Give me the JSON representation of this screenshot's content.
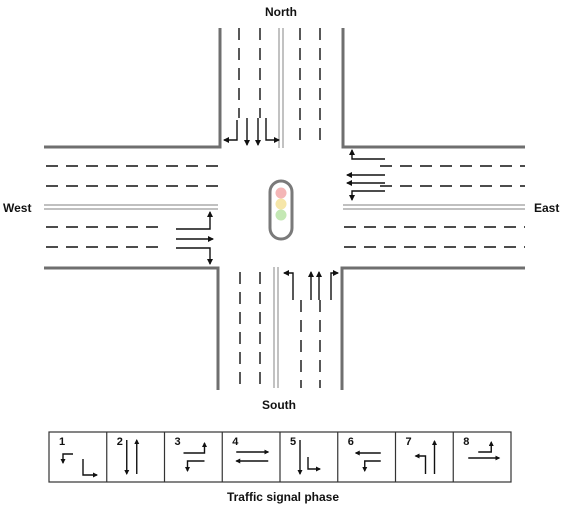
{
  "labels": {
    "north": "North",
    "south": "South",
    "west": "West",
    "east": "East"
  },
  "caption": "Traffic signal phase",
  "phases": [
    {
      "number": "1",
      "movements": [
        "westbound-left",
        "eastbound-right"
      ]
    },
    {
      "number": "2",
      "movements": [
        "southbound-through",
        "northbound-through"
      ]
    },
    {
      "number": "3",
      "movements": [
        "eastbound-left",
        "westbound-right"
      ]
    },
    {
      "number": "4",
      "movements": [
        "eastbound-through",
        "westbound-through"
      ]
    },
    {
      "number": "5",
      "movements": [
        "southbound-through",
        "southbound-right"
      ]
    },
    {
      "number": "6",
      "movements": [
        "westbound-through",
        "westbound-left"
      ]
    },
    {
      "number": "7",
      "movements": [
        "northbound-left",
        "northbound-through"
      ]
    },
    {
      "number": "8",
      "movements": [
        "eastbound-through",
        "eastbound-left"
      ]
    }
  ],
  "colors": {
    "road_edge": "#6f6f6f",
    "lane_marking": "#111111",
    "median": "#9a9a9a",
    "signal_red": "#f4b6b6",
    "signal_yellow": "#f6e6a8",
    "signal_green": "#c4e8b4"
  },
  "icons": {
    "traffic_light": "traffic-light-icon",
    "arrow": "arrow-icon"
  }
}
